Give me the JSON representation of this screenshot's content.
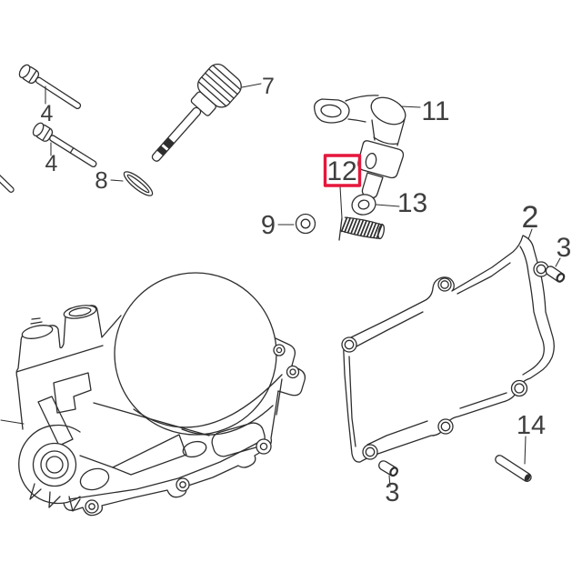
{
  "diagram": {
    "type": "exploded-parts-diagram",
    "subject": "engine right crankcase cover assembly",
    "colors": {
      "background": "#ffffff",
      "line": "#2e2e2e",
      "label": "#3f3f3f",
      "highlight": "#e5173c"
    },
    "highlighted_part": "12",
    "labels": {
      "bolt_upper": "4",
      "bolt_lower": "4",
      "dipstick": "7",
      "seal": "8",
      "washer_small": "9",
      "lever": "11",
      "spring": "12",
      "washer_flat": "13",
      "gasket": "2",
      "pin_upper": "3",
      "pin_lower": "3",
      "dowel_pin": "14"
    }
  }
}
